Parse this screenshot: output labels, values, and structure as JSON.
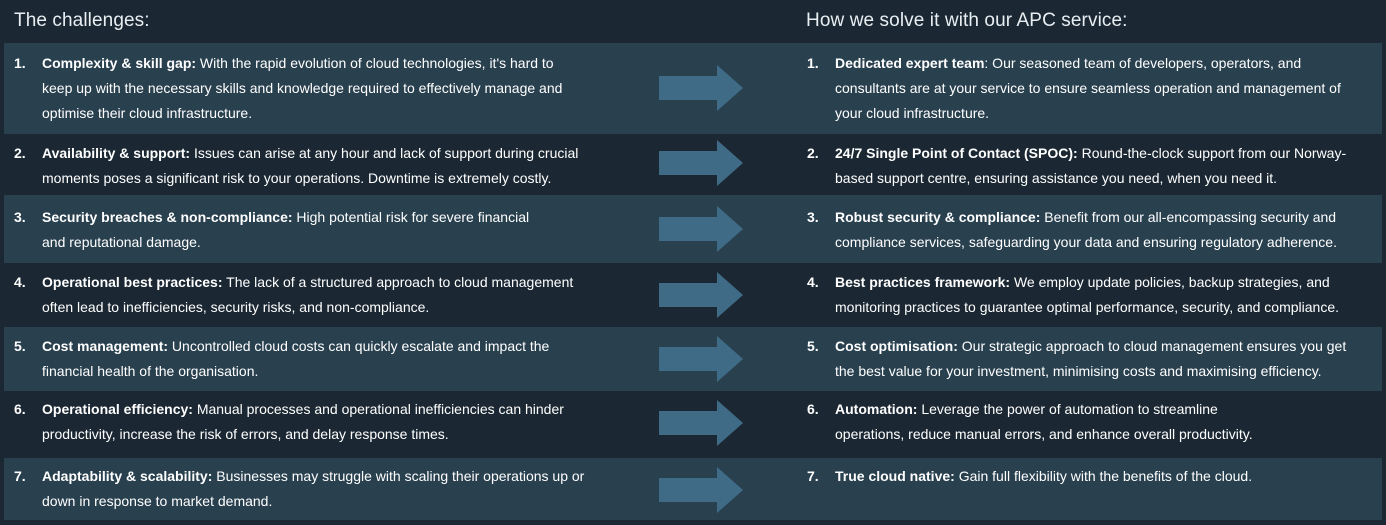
{
  "headings": {
    "challenges": "The challenges:",
    "solutions": "How we solve it with our APC service:"
  },
  "colors": {
    "background": "#1b2833",
    "row_shaded": "#29404f",
    "arrow": "#3f6b86",
    "text": "#ffffff"
  },
  "rows": [
    {
      "num": "1.",
      "challenge": {
        "title": "Complexity & skill gap:",
        "line1": " With the rapid evolution of cloud technologies, it's hard to",
        "line2": "keep up with the necessary skills and knowledge required to effectively manage and",
        "line3": "optimise their cloud infrastructure."
      },
      "solution": {
        "title": "Dedicated expert team",
        "line1": ": Our seasoned team of developers, operators, and",
        "line2": "consultants are at your service to ensure seamless operation and management of",
        "line3": "your cloud infrastructure."
      },
      "arrow_icon": "right-arrow-icon"
    },
    {
      "num": "2.",
      "challenge": {
        "title": "Availability & support:",
        "line1": " Issues can arise at any hour and lack of support during crucial",
        "line2": "moments poses a significant risk to your operations. Downtime is extremely costly."
      },
      "solution": {
        "title": "24/7 Single Point of Contact (SPOC):",
        "line1": " Round-the-clock support from our Norway-",
        "line2": "based support centre, ensuring assistance you need, when you need it."
      },
      "arrow_icon": "right-arrow-icon"
    },
    {
      "num": "3.",
      "challenge": {
        "title": "Security breaches & non-compliance:",
        "line1": " High potential risk for severe financial",
        "line2": "and reputational damage."
      },
      "solution": {
        "title": "Robust security & compliance:",
        "line1": " Benefit from our all-encompassing security and",
        "line2": "compliance services, safeguarding your data and ensuring regulatory adherence."
      },
      "arrow_icon": "right-arrow-icon"
    },
    {
      "num": "4.",
      "challenge": {
        "title": "Operational best practices:",
        "line1": " The lack of a structured approach to cloud management",
        "line2": "often lead to inefficiencies, security risks, and non-compliance."
      },
      "solution": {
        "title": "Best practices framework:",
        "line1": " We employ update policies, backup strategies, and",
        "line2": "monitoring practices to guarantee optimal performance, security, and compliance."
      },
      "arrow_icon": "right-arrow-icon"
    },
    {
      "num": "5.",
      "challenge": {
        "title": "Cost management:",
        "line1": " Uncontrolled cloud costs can quickly escalate and impact the",
        "line2": "financial health of the organisation."
      },
      "solution": {
        "title": "Cost optimisation:",
        "line1": " Our strategic approach to cloud management ensures you get",
        "line2": "the best value for your investment, minimising costs and maximising efficiency."
      },
      "arrow_icon": "right-arrow-icon"
    },
    {
      "num": "6.",
      "challenge": {
        "title": "Operational efficiency:",
        "line1": " Manual processes and operational inefficiencies can hinder",
        "line2": "productivity, increase the risk of errors, and delay response times."
      },
      "solution": {
        "title": "Automation:",
        "line1": " Leverage the power of automation to streamline",
        "line2": "operations, reduce manual errors, and enhance overall productivity."
      },
      "arrow_icon": "right-arrow-icon"
    },
    {
      "num": "7.",
      "challenge": {
        "title": "Adaptability & scalability:",
        "line1": " Businesses may struggle with scaling their operations up or",
        "line2": "down in response to market demand."
      },
      "solution": {
        "title": "True cloud native:",
        "line1": " Gain full flexibility with the benefits of the cloud."
      },
      "arrow_icon": "right-arrow-icon"
    }
  ]
}
